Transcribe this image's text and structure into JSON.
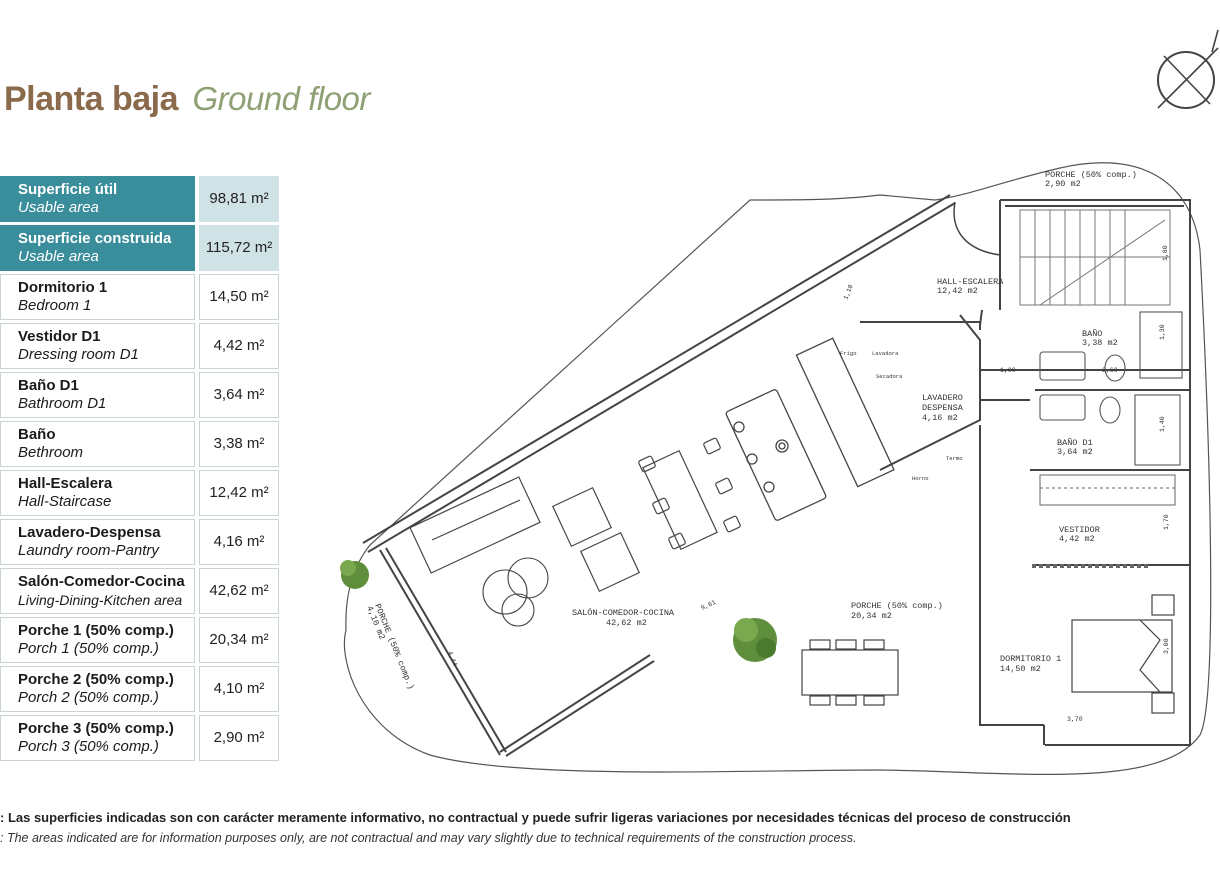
{
  "title": {
    "es": "Planta baja",
    "en": "Ground floor"
  },
  "areas": [
    {
      "es": "Superficie útil",
      "en": "Usable area",
      "value": "98,81 m²",
      "highlight": true
    },
    {
      "es": "Superficie construida",
      "en": "Usable area",
      "value": "115,72 m²",
      "highlight": true
    },
    {
      "es": "Dormitorio 1",
      "en": "Bedroom 1",
      "value": "14,50 m²"
    },
    {
      "es": "Vestidor D1",
      "en": "Dressing room D1",
      "value": "4,42 m²"
    },
    {
      "es": "Baño D1",
      "en": "Bathroom D1",
      "value": "3,64 m²"
    },
    {
      "es": "Baño",
      "en": "Bethroom",
      "value": "3,38 m²"
    },
    {
      "es": "Hall-Escalera",
      "en": "Hall-Staircase",
      "value": "12,42 m²"
    },
    {
      "es": "Lavadero-Despensa",
      "en": "Laundry room-Pantry",
      "value": "4,16 m²"
    },
    {
      "es": "Salón-Comedor-Cocina",
      "en": "Living-Dining-Kitchen area",
      "value": "42,62 m²"
    },
    {
      "es": "Porche 1 (50% comp.)",
      "en": "Porch 1 (50% comp.)",
      "value": "20,34 m²"
    },
    {
      "es": "Porche 2 (50% comp.)",
      "en": "Porch 2 (50% comp.)",
      "value": "4,10 m²"
    },
    {
      "es": "Porche 3 (50% comp.)",
      "en": "Porch 3 (50% comp.)",
      "value": "2,90 m²"
    }
  ],
  "plan": {
    "porch_top": {
      "name": "PORCHE (50% comp.)",
      "area": "2,90 m2"
    },
    "hall": {
      "name": "HALL-ESCALERA",
      "area": "12,42 m2"
    },
    "bano": {
      "name": "BAÑO",
      "area": "3,38 m2"
    },
    "lavadero": {
      "name1": "LAVADERO",
      "name2": "DESPENSA",
      "area": "4,16 m2"
    },
    "bano_d1": {
      "name": "BAÑO D1",
      "area": "3,64 m2"
    },
    "vestidor": {
      "name": "VESTIDOR",
      "area": "4,42 m2"
    },
    "salon": {
      "name": "SALÓN-COMEDOR-COCINA",
      "area": "42,62 m2"
    },
    "porche_right": {
      "name": "PORCHE (50% comp.)",
      "area": "20,34 m2"
    },
    "dormitorio": {
      "name": "DORMITORIO 1",
      "area": "14,50 m2"
    },
    "porche_left": {
      "name": "PORCHE (50% comp.)",
      "area": "4,10 m2"
    },
    "fixtures": {
      "fridge": "Frigo",
      "washer": "Lavadora",
      "dryer": "Secadora",
      "boiler": "Termo",
      "oven": "Horno"
    },
    "dims": {
      "d1": "1,00",
      "d2": "2,60",
      "d3": "1,30",
      "d4": "1,40",
      "d5": "1,80",
      "d6": "3,70",
      "d7": "9,61",
      "d8": "4,44",
      "d9": "1,10",
      "d10": "1,70",
      "d11": "3,00"
    }
  },
  "disclaimer": {
    "es": ": Las superficies indicadas son con carácter meramente informativo, no contractual y puede sufrir ligeras variaciones por necesidades técnicas del proceso de construcción",
    "en": ": The areas indicated are for information purposes only, are not contractual and may vary slightly due to technical requirements of the construction process."
  }
}
